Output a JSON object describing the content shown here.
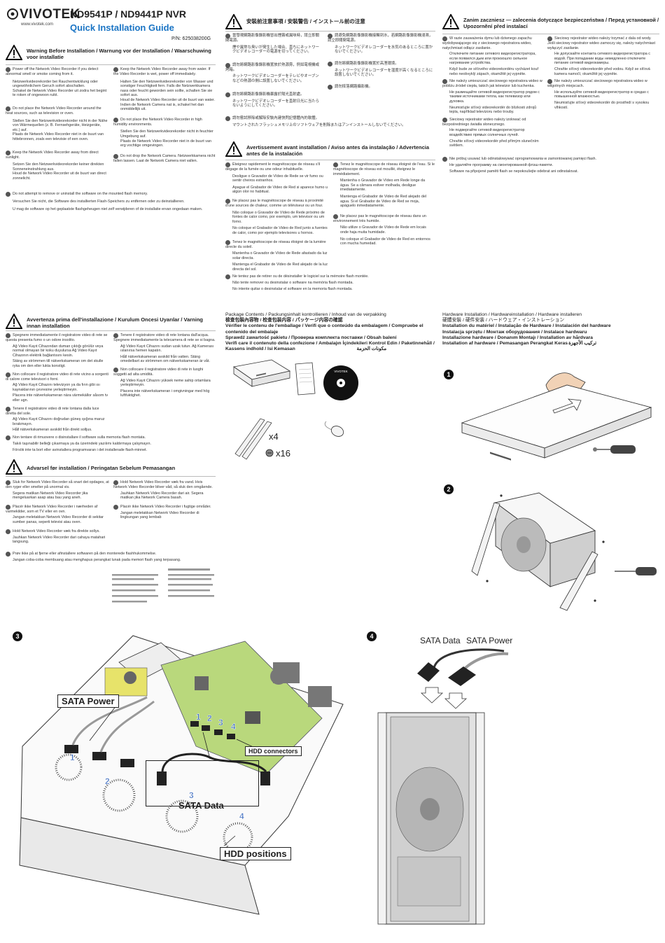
{
  "header": {
    "logo": "VIVOTEK",
    "logo_url": "www.vivotek.com",
    "product": "ND9541P / ND9441P NVR",
    "guide": "Quick Installation Guide",
    "pn": "P/N: 625038200G"
  },
  "warning_en": {
    "title": "Warning Before Installation / Warnung vor der Installation / Waarschuwing voor installatie",
    "items": [
      "Power off the Network Video Recorder if you detect abnormal smell or smoke coming from it.",
      "Netzwerkvideorekorder bei Rauchentwicklung oder ungewöhnlichem Geruch sofort abschalten.",
      "Schakel de Network Video Recorder uit zodra het begint te roken of ongewoon ruikt.",
      "Do not place the Network Video Recorder around the heat sources, such as television or oven.",
      "Stellen Sie den Netzwerkvideorekorder nicht in der Nähe von Wärmequellen (z. B. Fernsehgeräte, Heizgeräte, etc.) auf.",
      "Plaats de Network Video Recorder niet in de buurt van hittebronnen, zoals een televisie of een oven.",
      "Keep the Network Video Recorder away from direct sunlight.",
      "Setzen Sie den Netzwerkvideorekorder keiner direkten Sonneneinstrahlung aus.",
      "Houd de Network Video Recorder uit de buurt van direct zonnelicht.",
      "Keep the Network Video Recorder away from water. If the Video Recorder is wet, power off immediately.",
      "Halten Sie den Netzwerkvideorekorder von Wasser und sonstiger Feuchtigkeit fern. Falls die Netzwerkkamera nass oder feucht geworden sein sollte, schalten Sie sie sofort aus.",
      "Houd de Network Video Recorder uit de buurt van water. Indien de Network Camera nat is, schakel het dan onmiddellijk uit.",
      "Do not place the Network Video Recorder in high humidity environments.",
      "Stellen Sie den Netzwerkvideorekorder nicht in feuchter Umgebung auf.",
      "Plaats de Network Video Recorder niet in de buurt van erg vochtige omgevingen.",
      "Do not drop the Network Camera. Netzwerkkamera nicht fallen lassen. Laat de Network Camera niet vallen.",
      "Do not attempt to remove or uninstall the software on the mounted flash memory.",
      "Versuchen Sie nicht, die Software des installierten Flash-Speichers zu entfernen oder zu deinstallieren.",
      "U mag de software op het geplaatste flashgeheugen niet zelf verwijderen of de installatie ervan ongedaan maken."
    ]
  },
  "warning_cjk": {
    "title": "安裝前注意事項 / 安裝警告 / インストール前の注意",
    "items": [
      "當發現網路影像錄影機冒出煙霧或異味時，請立即關閉電源。",
      "煙や異常な臭いが発生した場合、直ちにネットワークビデオレコーダーの電源を切ってください。",
      "請勿將網路影像錄影機置放於熱源旁，例如電視機或烤箱。",
      "ネットワークビデオレコーダーをテレビやオーブンなどの熱源の側に設置しないでください。",
      "請勿將網路影像錄影機暴露於陽光直射處。",
      "ネットワークビデオレコーダーを直射日光に当たらないようにしてください。",
      "請勿嘗試移除或解除安裝內建快閃記憶體內的軟體。",
      "マウントされたフラッシュメモリ上のソフトウェアを削除またはアンインストールしないでください。",
      "請避免網路影像錄影機接觸到水，若網路影像錄影機浸濕，請立即關閉電源。",
      "ネットワークビデオレコーダーを水気のあるところに置かないでください。",
      "請勿將網路影像錄影機置於高溼環境。",
      "ネットワークビデオレコーダーを湿度が高くなるところに設置しないでください。",
      "請勿摔落網路攝影機。"
    ]
  },
  "warning_fr": {
    "title": "Avertissement avant installation / Aviso antes da instalação / Advertencia antes de la instalación",
    "items": [
      "Éteignez rapidement le magnétoscope de réseau s'il dégage de la fumée ou une odeur inhabituelle.",
      "Desligue o Gravador de Vídeo de Rede se vir fumo ou sentir cheiros estranhos.",
      "Apague el Grabador de Video de Red si aparece humo u algún olor no habitual.",
      "Ne placez pas le magnétoscope de réseau à proximité d'une sources de chaleur, comme un téléviseur ou un four.",
      "Não coloque o Gravador de Vídeo de Rede próximo de fontes de calor como, por exemplo, um televisor ou um forno.",
      "No coloque el Grabador de Video de Red junto a fuentes de calor, como por ejemplo televisores u hornos.",
      "Tenez le magnétoscope de réseau éloigné de la lumière directe du soleil.",
      "Mantenha o Gravador de Vídeo de Rede afastado da luz solar directa.",
      "Mantenga el Grabador de Video de Red alejado de la luz directa del sol.",
      "Ne tentez pas de retirer ou de désinstaller le logiciel sur la mémoire flash montée.",
      "Não tente remover ou desinstalar o software na memória flash montada.",
      "No intente quitar o desinstalar el software en la memoria flash montada.",
      "Tenez le magnétoscope de réseau éloigné de l'eau. Si le magnétoscope de réseau est mouillé, éteignez le immédiatement.",
      "Mantenha o Gravador de Vídeo em Rede longe da água. Se a câmara estiver molhada, desligue imediatamente.",
      "Mantenga el Grabador de Video de Red alejado del agua. Si el Grabador de Video de Red se moja, apáguelo inmediatamente.",
      "Ne placez pas le magnétoscope de réseau dans un environnement très humide.",
      "Não utilize o Gravador de Vídeo de Rede em locais onde haja muita humidade.",
      "No coloque el Grabador de Video de Red en entornos con mucha humedad."
    ]
  },
  "warning_pl": {
    "title": "Zanim zaczniesz — zalecenia dotyczące bezpieczeństwa / Перед установкой / Upozornění před instalací",
    "items": [
      "W razie zauważenia dymu lub dziwnego zapachu wydobywającego się z sieciowego rejestratora wideo, natychmiast odłącz zasilanie.",
      "Отключите питание сетевого видеорегистратора, если появился дым или произошло сильное нагревание устройства.",
      "Když bude ze síťového videorekordéru vycházet kouř nebo neobvyklý zápach, okamžitě jej vypněte.",
      "Nie należy umieszczać sieciowego rejestratora wideo w pobliżu źródeł ciepła, takich jak telewizor lub kuchenka.",
      "Не размещайте сетевой видеорегистратор рядом с такими источниками тепла, как телевизор или духовка.",
      "Neumisťujte síťový videorekordér do blízkosti zdrojů tepla, například televizoru nebo trouby.",
      "Sieciowy rejestrator wideo należy izolować od bezpośredniego światła słonecznego.",
      "Не подвергайте сетевой видеорегистратор воздействию прямых солнечных лучей.",
      "Chraňte síťový videorekordér před přímým slunečním světlem.",
      "Nie próbuj usuwać lub odinstalowywać oprogramowania w zamontowanej pamięci flash.",
      "Не удаляйте программу на смонтированной флэш-памяти.",
      "Software na připojené paměti flash se nepokoušejte odebrat ani odinstalovat.",
      "Sieciowy rejestrator wideo należy trzymać z dala od wody. Jeśli sieciowy rejestrator wideo zamoczy się, należy natychmiast wyłączyć zasilanie.",
      "Не допускайте контакта сетевого видеорегистратора с водой. При попадании воды немедленно отключите питание сетевой видеокамеры.",
      "Chraňte síťový videorekordér před vodou. Když se síťová kamera namočí, okamžitě jej vypněte.",
      "Nie należy umieszczać sieciowego rejestratora wideo w wilgotnych miejscach.",
      "Не используйте сетевой видеорегистратор в средах с повышенной влажностью.",
      "Neumisťujte síťový videorekordér do prostředí s vysokou vlhkostí."
    ]
  },
  "warning_it": {
    "title": "Avvertenza prima dell'installazione / Kurulum Oncesi Uyarılar / Varning innan installation",
    "items": [
      "Spegnere immediatamente il registratore video di rete se questa presenta fumo o un odore insolito.",
      "Ağ Video Kayıt Cihazından duman çıktığı görülür veya normal olmayan bir koku duyulursa Ağ Video Kayıt Cihazının elektrik bağlantısını kesin.",
      "Stäng av strömmen till nätverkskameran om det skulle ryka om den eller lukta konstigt.",
      "Non collocare il registratore video di rete vicino a sorgenti di calore come televisori o forni.",
      "Ağ Video Kayıt Cihazını televizyon ya da fırın gibi ısı kaynaklarının çevresine yerleştirmeyin.",
      "Placera inte nätverkskameran nära värmekällor såsom tv eller ugn.",
      "Tenere il registratore video di rete lontana dalla luce diretta del sole.",
      "Ağ Video Kayıt Cihazını doğrudan güneş ışığına maruz bırakmayın.",
      "Håll nätverkskameran avskild från direkt solljus.",
      "Non tentare di rimuovere o disinstallare il software sulla memoria flash montata.",
      "Takılı taşınabilir belleği çıkarmaya ya da üzerindeki yazılımı kaldırmaya çalışmayın.",
      "Försök inte ta bort eller avinstallera programvaran i det installerade flash-minnet.",
      "Tenere il registratore video di rete lontana dall'acqua. Spegnere immediatamente la telecamera di rete se si bagna.",
      "Ağ Video Kayıt Cihazını sudan uzak tutun. Ağ Kamerası ıslanırsa hemen kapatın.",
      "Håll nätverkskameran avskild från vatten. Stäng omedelbart av strömmen om nätverkskameran är våt.",
      "Non collocare il registratore video di rete in luoghi soggetti ad alta umidità.",
      "Ağ Video Kayıt Cihazını yüksek neme sahip ortamlara yerleştirmeyin.",
      "Placera inte nätverkskameran i omgivningar med hög luftfuktighet."
    ]
  },
  "warning_da": {
    "title": "Advarsel før installation / Peringatan Sebelum Pemasangan",
    "items": [
      "Sluk for Network Video Recorder så snart det opdages, at den ryger eller smelter på unormal vis.",
      "Segera matikan Network Video Recorder jika mengeluarkan asap atau bau yang aneh.",
      "Placér ikke Network Video Recorder i nærheden af varmekilder, som et TV eller en ovn.",
      "Jangan meletakkan Network Video Recorder di sekitar sumber panas, seperti televisi atau oven.",
      "Hold Network Video Recorder væk fra direkte sollys.",
      "Jauhkan Network Video Recorder dari cahaya matahari langsung.",
      "Prøv ikke på at fjerne eller afinstallere softwaren på den monterede flashhukommelse.",
      "Jangan coba-coba membuang atau menghapus perangkat lunak pada memori flash yang terpasang.",
      "Hold Network Video Recorder væk fra vand. Hvis Network Video Recorder bliver våd, så sluk den omgående.",
      "Jauhkan Network Video Recorder dari air. Segera matikan jika Network Camera basah.",
      "Placér ikke Network Video Recorder i fugtige områder.",
      "Jangan meletakkan Network Video Recorder di lingkungan yang lembab"
    ]
  },
  "package": {
    "title_1": "Package Contents / Packungsinhalt kontrollieren / Inhoud van de verpakking",
    "title_2": "檢查包裝內容物 / 检查包装内容 / パッケージ内容の確認",
    "title_3": "Vérifier le contenu de l'emballage / Verifi que o conteúdo da embalagem / Compruebe el contenido del embalaje",
    "title_4": "Sprawdź zawartość pakietu / Проверка комплекта поставки / Obsah balení",
    "title_5": "Verifi care il contenuto della confezione / Ambalajın İçindekileri Kontrol Edin / Paketinnehåll / Kassens indhold / Isi Kemasan",
    "title_arabic": "مكونات الحزمة",
    "bracket_qty": "x4",
    "screw_qty": "x16",
    "disc_brand": "VIVOTEK"
  },
  "hardware": {
    "title_1": "Hardware Installation / Hardwareinstallation / Hardware installeren",
    "title_2": "硬體安裝 / 硬件安装 / ハードウェア・インストレーション",
    "title_3": "Installation du matériel / Instalação de Hardware / Instalación del hardware",
    "title_4": "Instalacja sprzętu / Монтаж оборудования / Instalace hardwaru",
    "title_5": "Installazione hardware / Donanım Montajı / Installation av hårdvara",
    "title_6": "Installation af hardware / Pemasangan Perangkat Keras",
    "title_arabic": "تركيب الأجهزة",
    "steps": [
      "1",
      "2",
      "3",
      "4"
    ]
  },
  "step3": {
    "sata_power": "SATA Power",
    "sata_data": "SATA Data",
    "hdd_connectors": "HDD connectors",
    "hdd_positions": "HDD positions",
    "ports": [
      "1",
      "2",
      "3",
      "4"
    ]
  },
  "step4": {
    "sata_data": "SATA Data",
    "sata_power": "SATA Power"
  }
}
